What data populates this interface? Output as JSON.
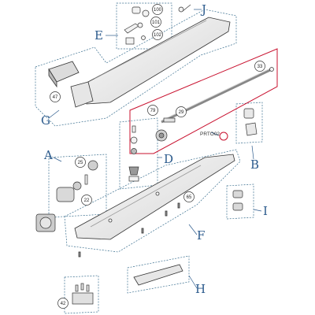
{
  "diagram": {
    "groups": [
      {
        "id": "A",
        "label": "A"
      },
      {
        "id": "B",
        "label": "B"
      },
      {
        "id": "D",
        "label": "D"
      },
      {
        "id": "E",
        "label": "E"
      },
      {
        "id": "F",
        "label": "F"
      },
      {
        "id": "G",
        "label": "G"
      },
      {
        "id": "H",
        "label": "H"
      },
      {
        "id": "I",
        "label": "I"
      },
      {
        "id": "J",
        "label": "J"
      }
    ],
    "callouts": [
      "100",
      "101",
      "102",
      "47",
      "79",
      "29",
      "33",
      "25",
      "22",
      "65",
      "42"
    ],
    "part_code": "PRTO02"
  },
  "colors": {
    "group_letter": "#2b5a8c",
    "leader_line": "#2b5a8c",
    "highlight_box": "#c8102e",
    "dash_box": "#3a6f8f",
    "part_outline": "#333333",
    "part_fill": "#f2f2f2"
  }
}
